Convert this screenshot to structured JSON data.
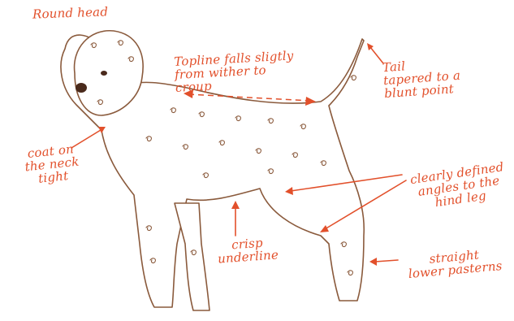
{
  "annotations": {
    "round_head": "Round head",
    "topline": "Topline falls sligtly\nfrom wither to\ncroup",
    "tail": "Tail\ntapered to a\nblunt point",
    "coat_neck": "coat on\nthe neck\ntight",
    "hind_angles": "clearly defined\nangles to the\nhind leg",
    "underline": "crisp\nunderline",
    "pasterns": "straight\nlower pasterns"
  },
  "colors": {
    "annotation": "#e2502b",
    "outline": "#8a5a3c",
    "background": "#ffffff"
  }
}
